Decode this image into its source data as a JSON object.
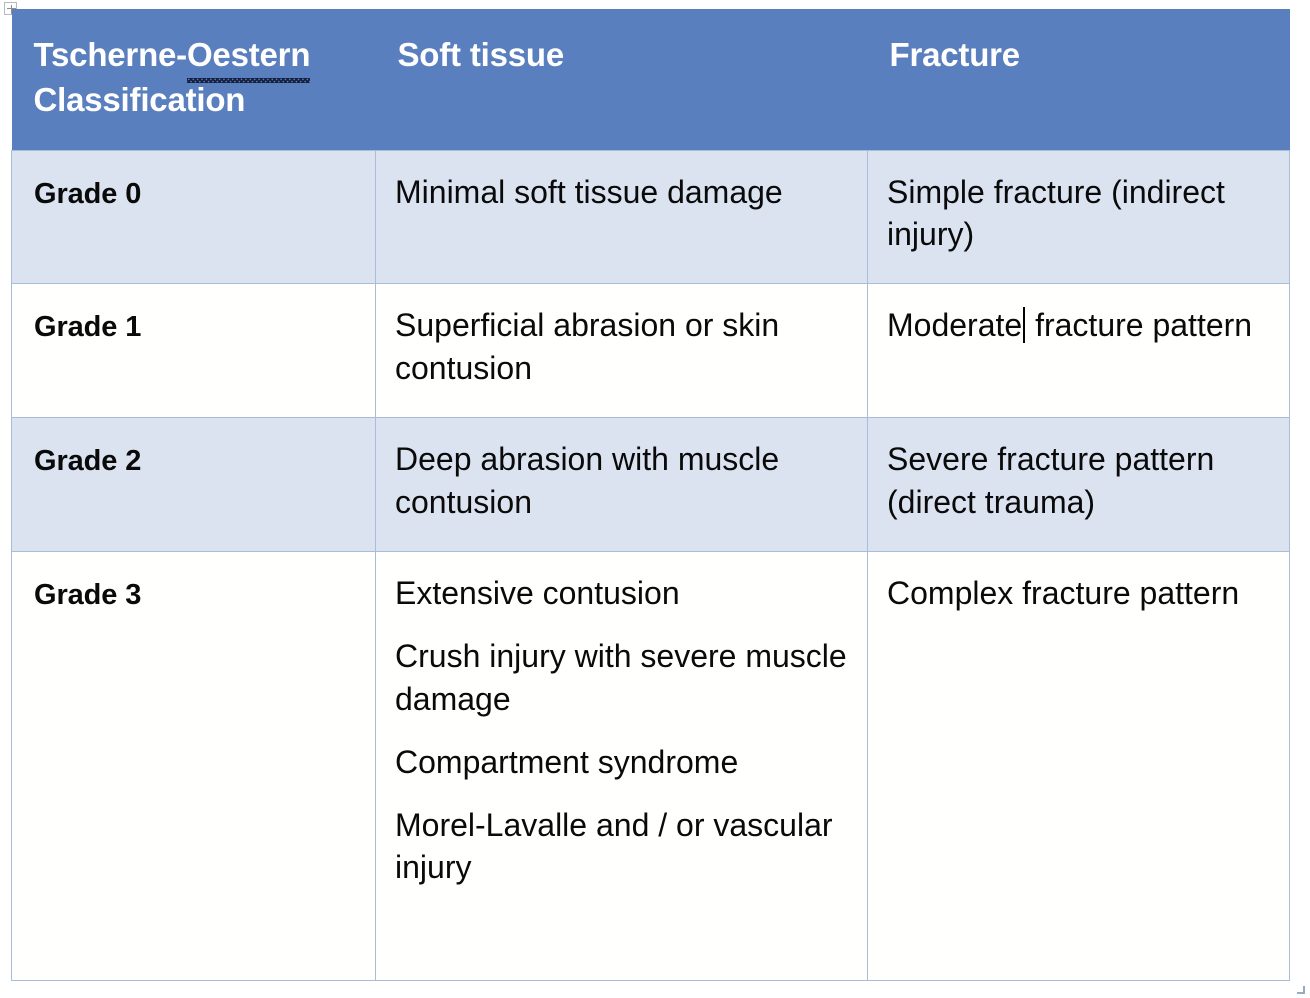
{
  "document": {
    "kind": "word-processor-table",
    "colors": {
      "header_background": "#5a7fbe",
      "header_text": "#ffffff",
      "banded_row_background": "#dbe3f1",
      "plain_row_background": "#ffffff",
      "cell_border": "#a9bdd8",
      "body_text": "#0a0a0a",
      "spellcheck_underline": "#16213f"
    },
    "handles": {
      "move_handle_name": "table-move-handle",
      "resize_handle_name": "table-resize-handle"
    }
  },
  "table": {
    "columns": [
      {
        "key": "grade",
        "label_line1": "Tscherne-",
        "label_spell": "Oestern",
        "label_line2": "Classification",
        "full_label": "Tscherne-Oestern Classification"
      },
      {
        "key": "soft",
        "label": "Soft tissue"
      },
      {
        "key": "fracture",
        "label": "Fracture"
      }
    ],
    "rows": [
      {
        "band": true,
        "grade": "Grade 0",
        "soft_tissue": [
          "Minimal soft tissue damage"
        ],
        "fracture": [
          "Simple fracture (indirect injury)"
        ],
        "caret_after": null
      },
      {
        "band": false,
        "grade": "Grade 1",
        "soft_tissue": [
          "Superficial abrasion or skin contusion"
        ],
        "fracture_prefix": "Moderate",
        "fracture_suffix": " fracture pattern",
        "caret_after": "Moderate"
      },
      {
        "band": true,
        "grade": "Grade 2",
        "soft_tissue": [
          "Deep abrasion with muscle contusion"
        ],
        "fracture": [
          "Severe fracture pattern (direct trauma)"
        ],
        "caret_after": null
      },
      {
        "band": false,
        "grade": "Grade 3",
        "soft_tissue": [
          "Extensive contusion",
          "Crush injury with severe muscle damage",
          "Compartment syndrome",
          "Morel-Lavalle and / or vascular injury"
        ],
        "fracture": [
          "Complex fracture pattern"
        ],
        "caret_after": null
      }
    ]
  }
}
